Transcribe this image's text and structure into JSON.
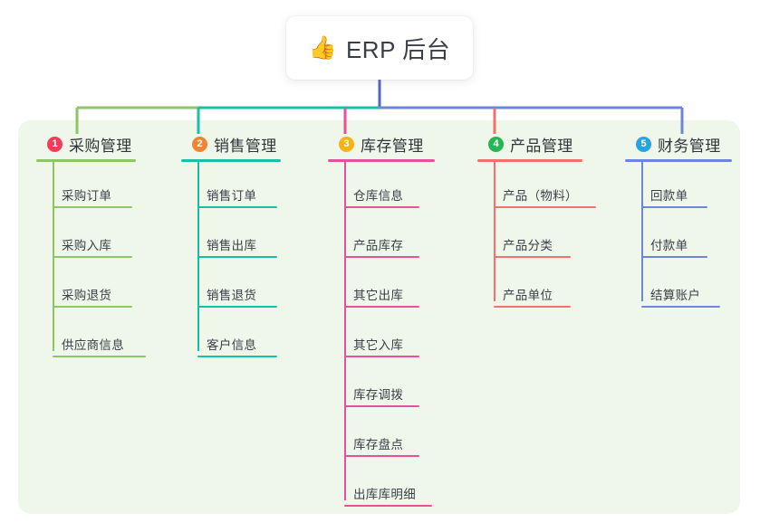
{
  "root": {
    "icon": "thumbs-up-icon",
    "emoji": "👍",
    "title": "ERP 后台"
  },
  "theme": {
    "panel_bg": "#eef7ea",
    "page_bg": "#ffffff",
    "root_text": "#3a3f47",
    "heading_text": "#2f343b",
    "leaf_text": "#3b4048",
    "trunk_color": "#4e63cf"
  },
  "branches": [
    {
      "number": "1",
      "badge_color": "#f03e5a",
      "line_color": "#8cc665",
      "title": "采购管理",
      "title_width": 110,
      "items": [
        {
          "label": "采购订单",
          "underline_width": 88
        },
        {
          "label": "采购入库",
          "underline_width": 88
        },
        {
          "label": "采购退货",
          "underline_width": 88
        },
        {
          "label": "供应商信息",
          "underline_width": 103
        }
      ]
    },
    {
      "number": "2",
      "badge_color": "#f08434",
      "line_color": "#18bfa8",
      "title": "销售管理",
      "title_width": 110,
      "items": [
        {
          "label": "销售订单",
          "underline_width": 88
        },
        {
          "label": "销售出库",
          "underline_width": 88
        },
        {
          "label": "销售退货",
          "underline_width": 88
        },
        {
          "label": "客户信息",
          "underline_width": 88
        }
      ]
    },
    {
      "number": "3",
      "badge_color": "#f5b413",
      "line_color": "#e8509b",
      "title": "库存管理",
      "title_width": 118,
      "items": [
        {
          "label": "仓库信息",
          "underline_width": 83
        },
        {
          "label": "产品库存",
          "underline_width": 83
        },
        {
          "label": "其它出库",
          "underline_width": 83
        },
        {
          "label": "其它入库",
          "underline_width": 83
        },
        {
          "label": "库存调拨",
          "underline_width": 83
        },
        {
          "label": "库存盘点",
          "underline_width": 83
        },
        {
          "label": "出库库明细",
          "underline_width": 97
        }
      ]
    },
    {
      "number": "4",
      "badge_color": "#26b656",
      "line_color": "#f4706d",
      "title": "产品管理",
      "title_width": 116,
      "items": [
        {
          "label": "产品（物料）",
          "underline_width": 113
        },
        {
          "label": "产品分类",
          "underline_width": 85
        },
        {
          "label": "产品单位",
          "underline_width": 85
        }
      ]
    },
    {
      "number": "5",
      "badge_color": "#25a3e3",
      "line_color": "#6e86d8",
      "title": "财务管理",
      "title_width": 118,
      "items": [
        {
          "label": "回款单",
          "underline_width": 73
        },
        {
          "label": "付款单",
          "underline_width": 73
        },
        {
          "label": "结算账户",
          "underline_width": 87
        }
      ]
    }
  ]
}
